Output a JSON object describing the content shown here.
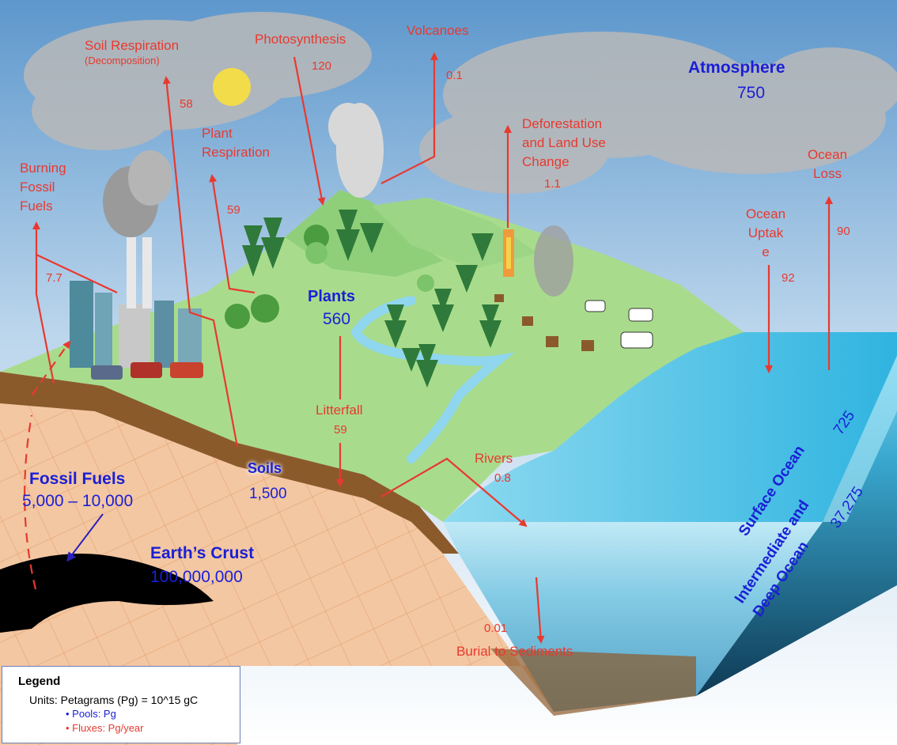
{
  "atmosphere": {
    "label": "Atmosphere",
    "value": "750"
  },
  "plants": {
    "label": "Plants",
    "value": "560"
  },
  "soils": {
    "label": "Soils",
    "value": "1,500"
  },
  "fossil_fuels": {
    "label": "Fossil Fuels",
    "value": "5,000 – 10,000"
  },
  "earths_crust": {
    "label": "Earth’s Crust",
    "value": "100,000,000"
  },
  "surface_ocean": {
    "label": "Surface Ocean",
    "value": "725"
  },
  "deep_ocean": {
    "label_line1": "Intermediate and",
    "label_line2": "Deep Ocean",
    "value": "37,275"
  },
  "fluxes": {
    "soil_respiration": {
      "label": "Soil Respiration",
      "sub": "(Decomposition)",
      "value": "58"
    },
    "photosynthesis": {
      "label": "Photosynthesis",
      "value": "120"
    },
    "volcanoes": {
      "label": "Volcanoes",
      "value": "0.1"
    },
    "plant_respiration": {
      "label_line1": "Plant",
      "label_line2": "Respiration",
      "value": "59"
    },
    "deforestation": {
      "label_line1": "Deforestation",
      "label_line2": "and Land Use",
      "label_line3": "Change",
      "value": "1.1"
    },
    "burning_fossil_fuels": {
      "label_line1": "Burning",
      "label_line2": "Fossil",
      "label_line3": "Fuels",
      "value": "7.7"
    },
    "ocean_loss": {
      "label_line1": "Ocean",
      "label_line2": "Loss",
      "value": "90"
    },
    "ocean_uptake": {
      "label_line1": "Ocean",
      "label_line2": "Uptak",
      "label_line3": "e",
      "value": "92"
    },
    "litterfall": {
      "label": "Litterfall",
      "value": "59"
    },
    "rivers": {
      "label": "Rivers",
      "value": "0.8"
    },
    "burial": {
      "label": "Burial to Sediments",
      "value": "0.01"
    }
  },
  "legend": {
    "title": "Legend",
    "units": "Units: Petagrams (Pg) = 10^15 gC",
    "pools": "Pools: Pg",
    "fluxes": "Fluxes:  Pg/year"
  },
  "colors": {
    "flux": "#e8392f",
    "pool": "#1a1fd6",
    "land": "#a8dc8c",
    "ocean": "#3fb8da",
    "soil": "#8a5a2b",
    "crust": "#f2c29a"
  }
}
